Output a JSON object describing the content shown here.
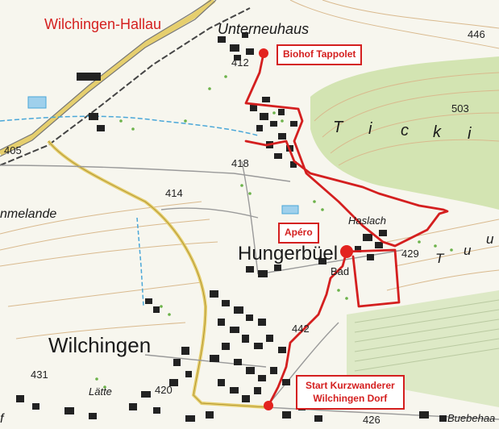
{
  "map": {
    "places": {
      "wilchingen_hallau": "Wilchingen-Hallau",
      "unterneuhaus": "Unterneuhaus",
      "hungerbuel": "Hungerbüel",
      "wilchingen": "Wilchingen",
      "haslach": "Haslach",
      "bad": "Bad",
      "latte": "Lätte",
      "buebehaa": "Buebehaa",
      "mmelande": "nmelande",
      "ticki": [
        "T",
        "i",
        "c",
        "k",
        "i"
      ],
      "tu": [
        "T",
        "u",
        "u"
      ],
      "f_edge": "f"
    },
    "heights": {
      "h446": "446",
      "h412": "412",
      "h503": "503",
      "h405": "405",
      "h418": "418",
      "h414": "414",
      "h429": "429",
      "h442": "442",
      "h431": "431",
      "h420": "420",
      "h426": "426"
    },
    "callouts": {
      "biohof": "Biohof Tappolet",
      "apero": "Apéro",
      "start_line1": "Start Kurzwanderer",
      "start_line2": "Wilchingen Dorf"
    },
    "colors": {
      "route": "#d41f1f",
      "marker": "#e3231f",
      "road_yellow": "#e6cf6e",
      "forest": "#d3e4b2",
      "contour": "#d9b98d",
      "building": "#222222",
      "water": "#4aa7d8",
      "label_red": "#d41f1f"
    }
  }
}
